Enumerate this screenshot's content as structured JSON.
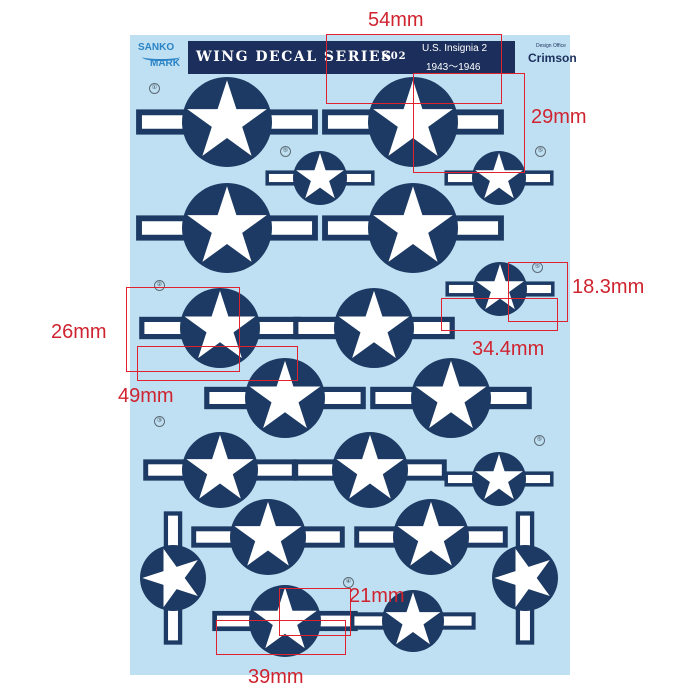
{
  "header": {
    "brand_line1": "SANKO",
    "brand_line2": "MARK",
    "title": "WING DECAL SERIES",
    "code": "K02",
    "subtitle_line1": "U.S. Insignia 2",
    "subtitle_line2": "1943～1946",
    "office_label": "Design Office",
    "office_name": "Crimson"
  },
  "colors": {
    "sheet": "#bfe0f2",
    "insignia_blue": "#1c3a63",
    "insignia_white": "#ffffff",
    "measure_red": "#e0222f"
  },
  "sheet_numbers": {
    "n1": "①",
    "n2": "②",
    "n3": "③",
    "n4": "④",
    "n5a": "⑤",
    "n5b": "⑤",
    "n5c": "⑤",
    "n5d": "⑤"
  },
  "measurements": {
    "m54": "54mm",
    "m29": "29mm",
    "m18": "18.3mm",
    "m34": "34.4mm",
    "m26": "26mm",
    "m49": "49mm",
    "m21": "21mm",
    "m39": "39mm"
  },
  "insignia_icon_name": "star-and-bar-insignia-icon"
}
